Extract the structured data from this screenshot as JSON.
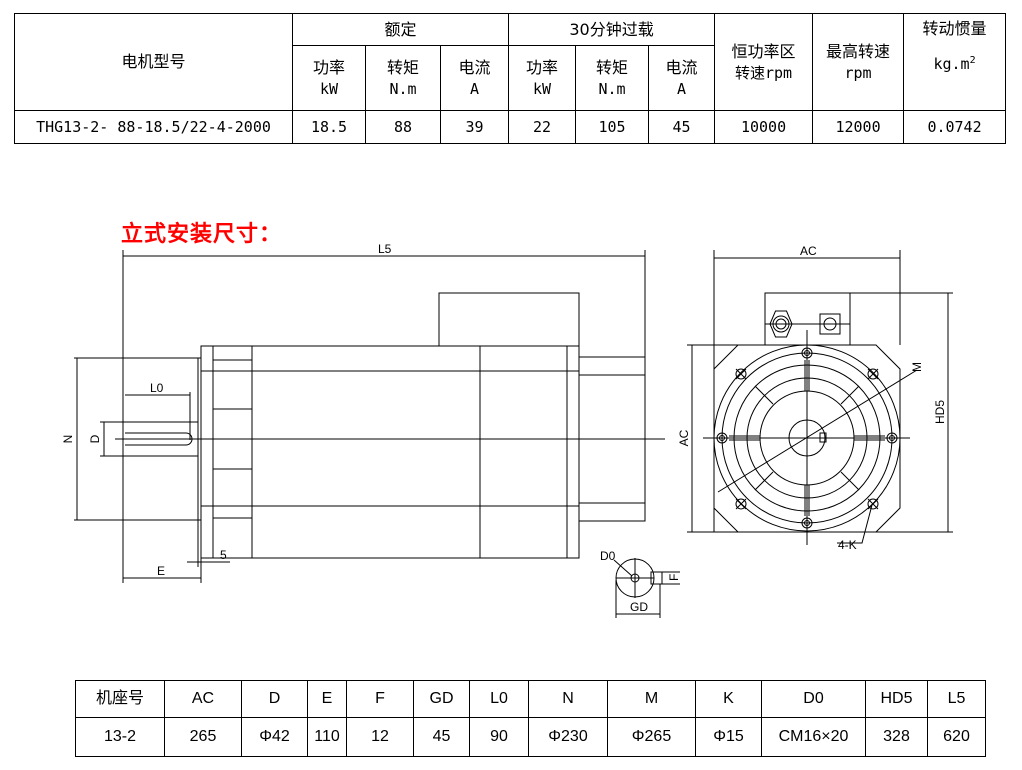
{
  "spec_table": {
    "model_header": "电机型号",
    "rated_header": "额定",
    "overload_header": "30分钟过载",
    "const_power_header": "恒功率区",
    "const_power_unit": "转速rpm",
    "max_speed_header": "最高转速",
    "max_speed_unit": "rpm",
    "inertia_header": "转动惯量",
    "inertia_unit": "kg.m",
    "inertia_sup": "2",
    "sub": [
      {
        "name": "功率",
        "unit": "kW"
      },
      {
        "name": "转矩",
        "unit": "N.m"
      },
      {
        "name": "电流",
        "unit": "A"
      },
      {
        "name": "功率",
        "unit": "kW"
      },
      {
        "name": "转矩",
        "unit": "N.m"
      },
      {
        "name": "电流",
        "unit": "A"
      }
    ],
    "row": [
      "THG13-2- 88-18.5/22-4-2000",
      "18.5",
      "88",
      "39",
      "22",
      "105",
      "45",
      "10000",
      "12000",
      "0.0742"
    ]
  },
  "section_title": "立式安装尺寸：",
  "drawing_labels": {
    "L5": "L5",
    "L0": "L0",
    "N": "N",
    "D": "D",
    "E": "E",
    "five": "5",
    "AC_top": "AC",
    "AC_side": "AC",
    "HD5": "HD5",
    "M": "M",
    "K": "4-K",
    "D0": "D0",
    "F": "F",
    "GD": "GD"
  },
  "dims_table": {
    "headers": [
      "机座号",
      "AC",
      "D",
      "E",
      "F",
      "GD",
      "L0",
      "N",
      "M",
      "K",
      "D0",
      "HD5",
      "L5"
    ],
    "values": [
      "13-2",
      "265",
      "Φ42",
      "110",
      "12",
      "45",
      "90",
      "Φ230",
      "Φ265",
      "Φ15",
      "CM16×20",
      "328",
      "620"
    ]
  }
}
